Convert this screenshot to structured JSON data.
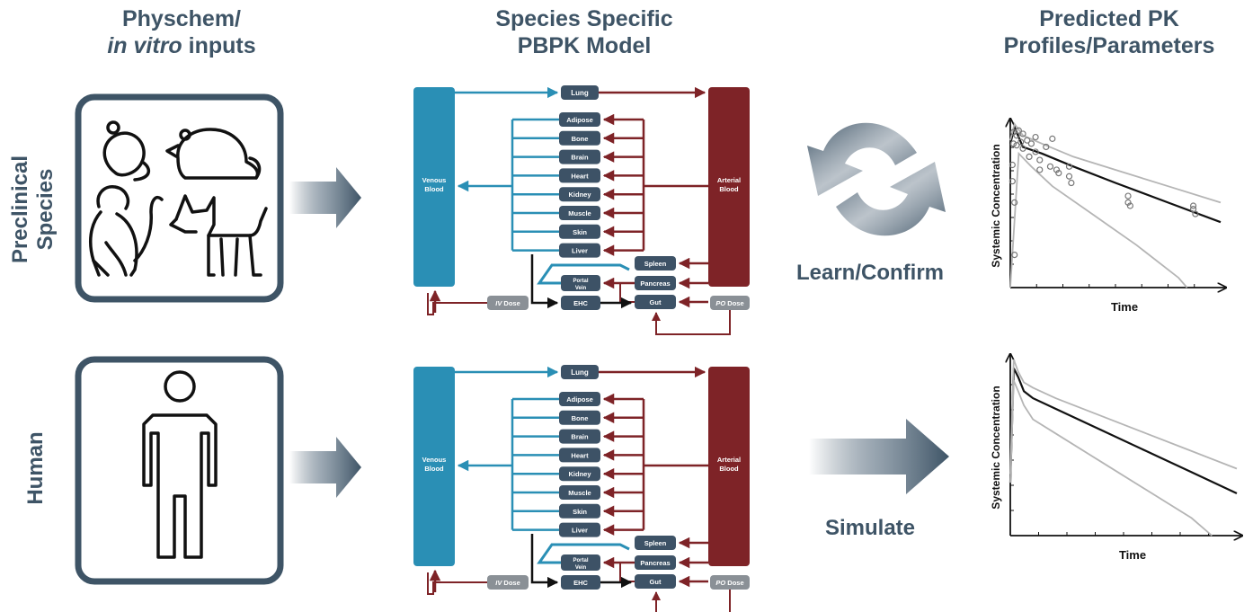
{
  "headers": {
    "inputs_line1": "Physchem/",
    "inputs_italic": "in vitro",
    "inputs_rest": " inputs",
    "model_line1": "Species Specific",
    "model_line2": "PBPK Model",
    "pk_line1": "Predicted PK",
    "pk_line2": "Profiles/Parameters"
  },
  "rows": {
    "preclinical_line1": "Preclinical",
    "preclinical_line2": "Species",
    "human": "Human"
  },
  "pbpk": {
    "venous": [
      "Venous",
      "Blood"
    ],
    "arterial": [
      "Arterial",
      "Blood"
    ],
    "lung": "Lung",
    "organs": [
      "Adipose",
      "Bone",
      "Brain",
      "Heart",
      "Kidney",
      "Muscle",
      "Skin",
      "Liver"
    ],
    "spleen": "Spleen",
    "pancreas": "Pancreas",
    "gut": "Gut",
    "portal": [
      "Portal",
      "Vein"
    ],
    "ehc": "EHC",
    "iv_italic": "IV",
    "po_italic": "PO",
    "dose_suffix": " Dose"
  },
  "labels": {
    "learn": "Learn/Confirm",
    "simulate": "Simulate"
  },
  "charts": {
    "ylabel": "Systemic Concentration",
    "xlabel": "Time"
  },
  "colors": {
    "slate": "#3e5466",
    "venous": "#2a8fb5",
    "arterial": "#7e2327",
    "organ": "#3d5266",
    "grey_box": "#8a9096"
  },
  "chart_data": [
    {
      "type": "line",
      "title": "",
      "xlabel": "Time",
      "ylabel": "Systemic Concentration",
      "series": [
        {
          "style": "mean",
          "x": [
            0,
            0.2,
            0.6,
            1.5,
            3,
            5,
            7.5,
            10
          ],
          "y": [
            0.88,
            0.98,
            0.86,
            0.82,
            0.74,
            0.64,
            0.52,
            0.4
          ]
        },
        {
          "style": "upper",
          "x": [
            0,
            0.2,
            0.6,
            1.5,
            3,
            5,
            7.5,
            10
          ],
          "y": [
            0.9,
            1.0,
            0.93,
            0.88,
            0.8,
            0.72,
            0.62,
            0.52
          ]
        },
        {
          "style": "lower",
          "x": [
            0,
            0.4,
            1,
            2,
            4,
            6,
            8,
            8.4
          ],
          "y": [
            0.0,
            0.82,
            0.74,
            0.62,
            0.44,
            0.26,
            0.06,
            0.0
          ]
        },
        {
          "style": "observed",
          "x": [
            0.15,
            0.15,
            0.3,
            0.3,
            0.4,
            0.5,
            0.6,
            0.6,
            0.8,
            0.9,
            1.0,
            1.2,
            1.2,
            1.4,
            1.4,
            1.7,
            1.9,
            2.0,
            2.2,
            2.3,
            2.8,
            2.8,
            2.9,
            5.6,
            5.6,
            5.7,
            8.7,
            8.7,
            8.8,
            0.1,
            0.1,
            0.2,
            0.2
          ],
          "y": [
            0.95,
            0.88,
            0.93,
            0.87,
            0.96,
            0.89,
            0.94,
            0.85,
            0.9,
            0.8,
            0.88,
            0.92,
            0.83,
            0.78,
            0.72,
            0.86,
            0.74,
            0.91,
            0.72,
            0.7,
            0.74,
            0.68,
            0.64,
            0.56,
            0.52,
            0.5,
            0.5,
            0.48,
            0.45,
            0.75,
            0.65,
            0.52,
            0.2
          ]
        }
      ]
    },
    {
      "type": "line",
      "title": "",
      "xlabel": "Time",
      "ylabel": "Systemic Concentration",
      "series": [
        {
          "style": "mean",
          "x": [
            0,
            0.15,
            0.35,
            0.6,
            1,
            2,
            4,
            6,
            8,
            10
          ],
          "y": [
            0.3,
            0.95,
            0.9,
            0.82,
            0.78,
            0.72,
            0.6,
            0.48,
            0.36,
            0.24
          ]
        },
        {
          "style": "upper",
          "x": [
            0,
            0.15,
            0.35,
            0.6,
            1,
            2,
            4,
            6,
            8,
            10
          ],
          "y": [
            0.35,
            1.0,
            0.93,
            0.87,
            0.84,
            0.78,
            0.68,
            0.58,
            0.48,
            0.38
          ]
        },
        {
          "style": "lower",
          "x": [
            0,
            0.15,
            0.35,
            0.6,
            1,
            2,
            4,
            6,
            8,
            8.9
          ],
          "y": [
            0.3,
            0.88,
            0.82,
            0.74,
            0.66,
            0.58,
            0.42,
            0.26,
            0.1,
            0.0
          ]
        }
      ]
    }
  ]
}
